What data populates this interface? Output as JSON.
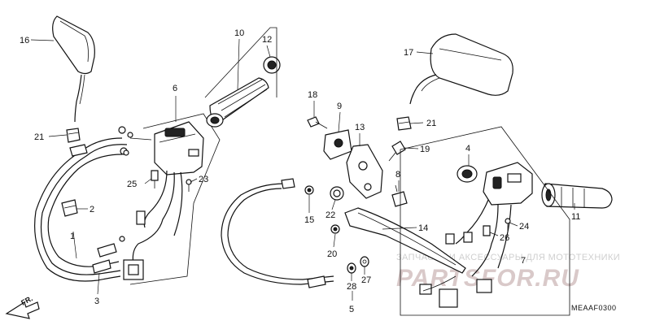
{
  "labels": {
    "n1": "1",
    "n2": "2",
    "n3": "3",
    "n4": "4",
    "n5": "5",
    "n6": "6",
    "n7": "7",
    "n8": "8",
    "n9": "9",
    "n10": "10",
    "n11": "11",
    "n12": "12",
    "n13": "13",
    "n14": "14",
    "n15": "15",
    "n16": "16",
    "n17": "17",
    "n18": "18",
    "n19": "19",
    "n20": "20",
    "n21a": "21",
    "n21b": "21",
    "n22": "22",
    "n23": "23",
    "n24": "24",
    "n25": "25",
    "n26": "26",
    "n27": "27",
    "n28": "28"
  },
  "diagram_code": "MEAAF0300",
  "direction_label": "FR.",
  "watermark": {
    "top": "ЗАПЧАСТИ И АКСЕССУАРЫ ДЛЯ МОТОТЕХНИКИ",
    "brand": "PARTSFOR.RU"
  },
  "colors": {
    "ink": "#111111",
    "watermark": "#d9c9c9"
  }
}
